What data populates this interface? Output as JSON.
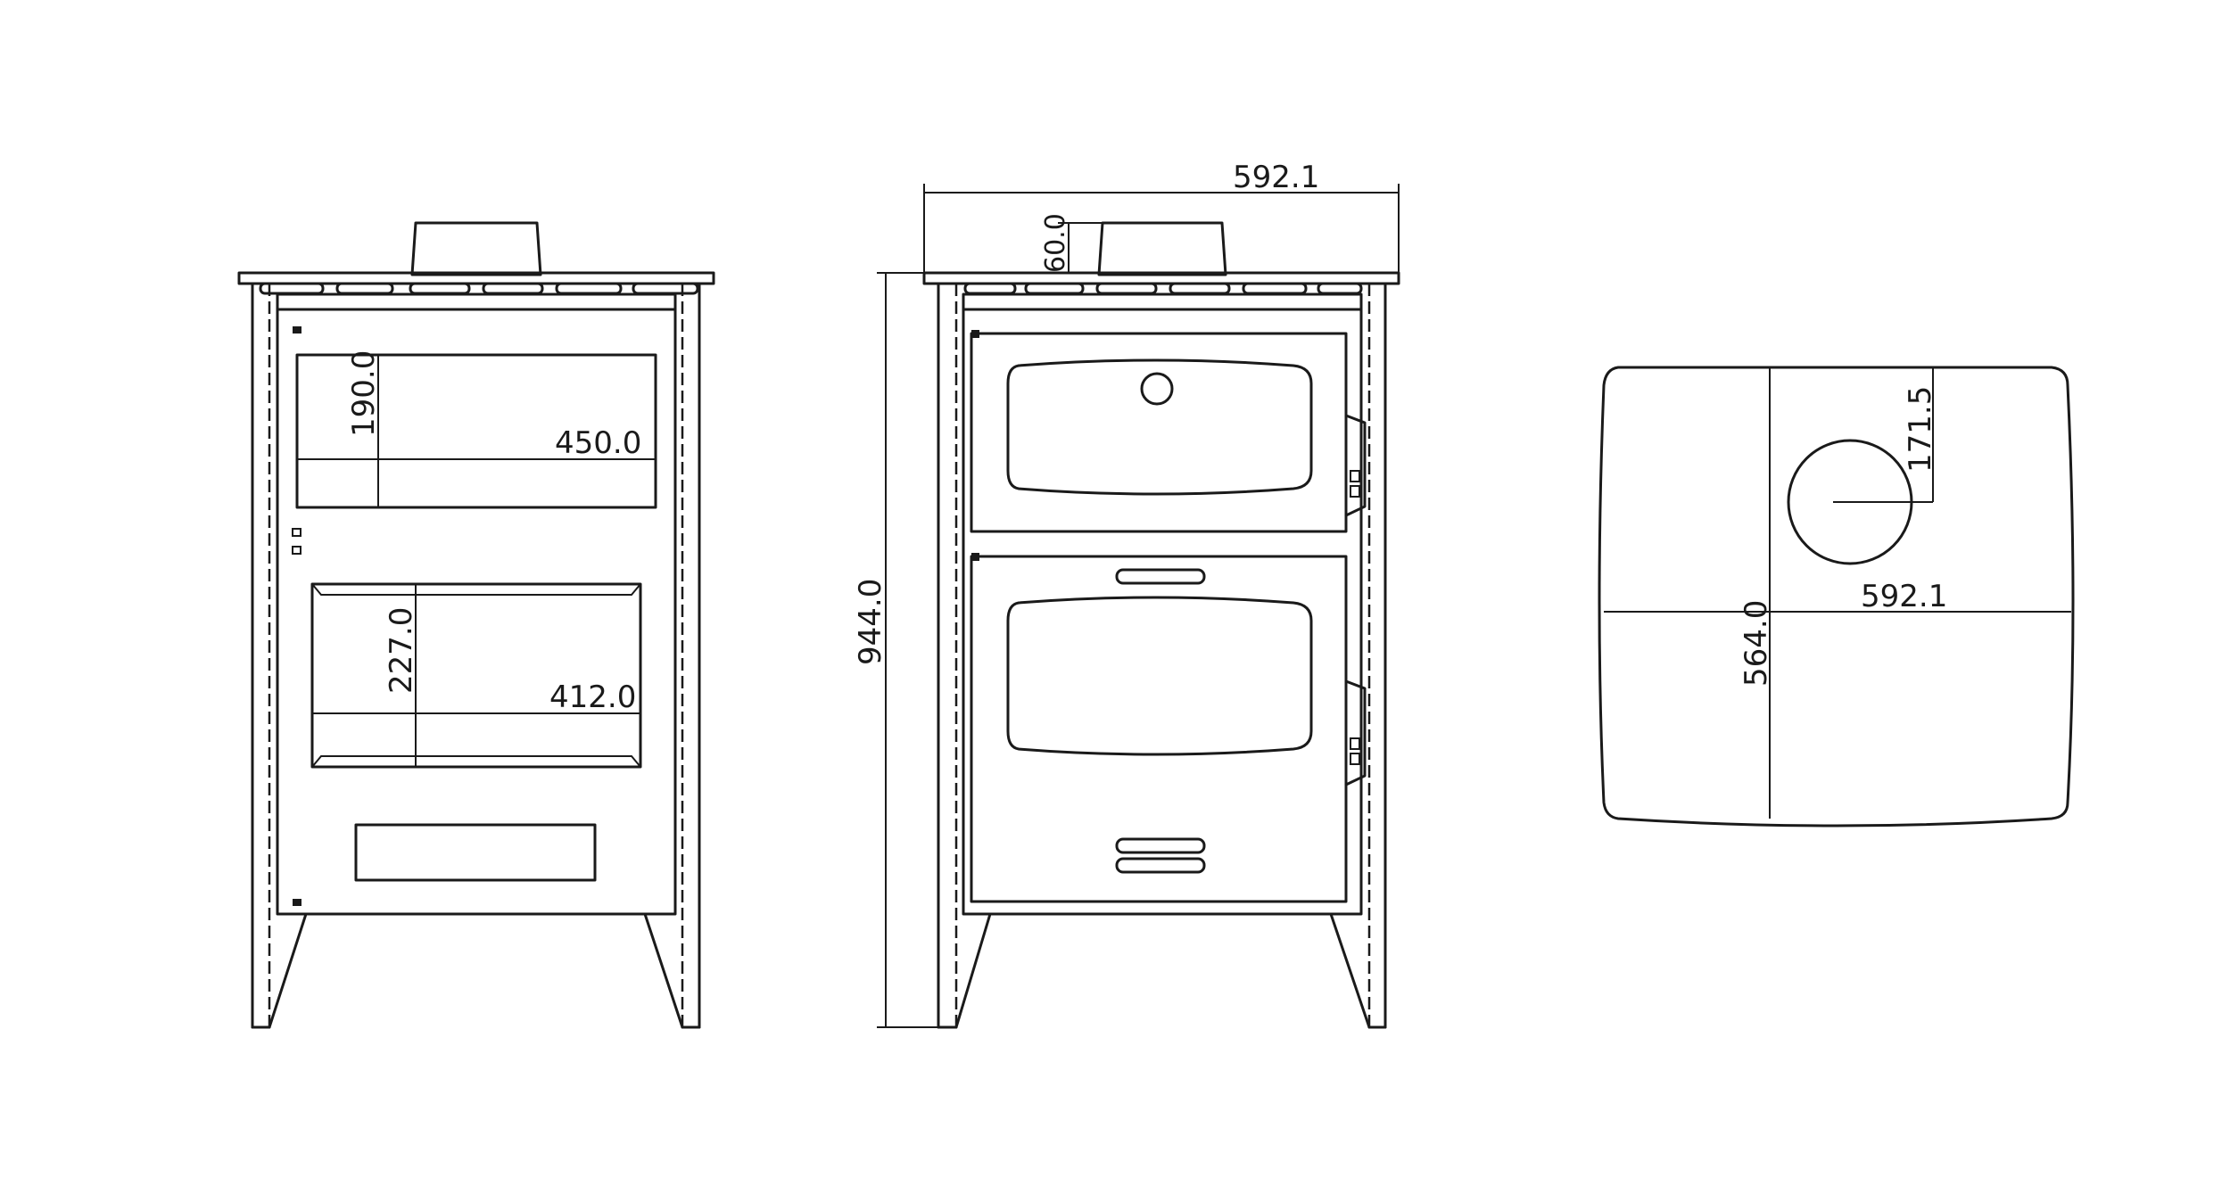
{
  "dimensions": {
    "front_top_opening_height": "190.0",
    "front_top_opening_width": "450.0",
    "front_firebox_height": "227.0",
    "front_firebox_width": "412.0",
    "side_total_width": "592.1",
    "side_flue_height": "60.0",
    "side_total_height": "944.0",
    "top_flue_offset": "171.5",
    "top_width": "592.1",
    "top_depth": "564.0"
  }
}
